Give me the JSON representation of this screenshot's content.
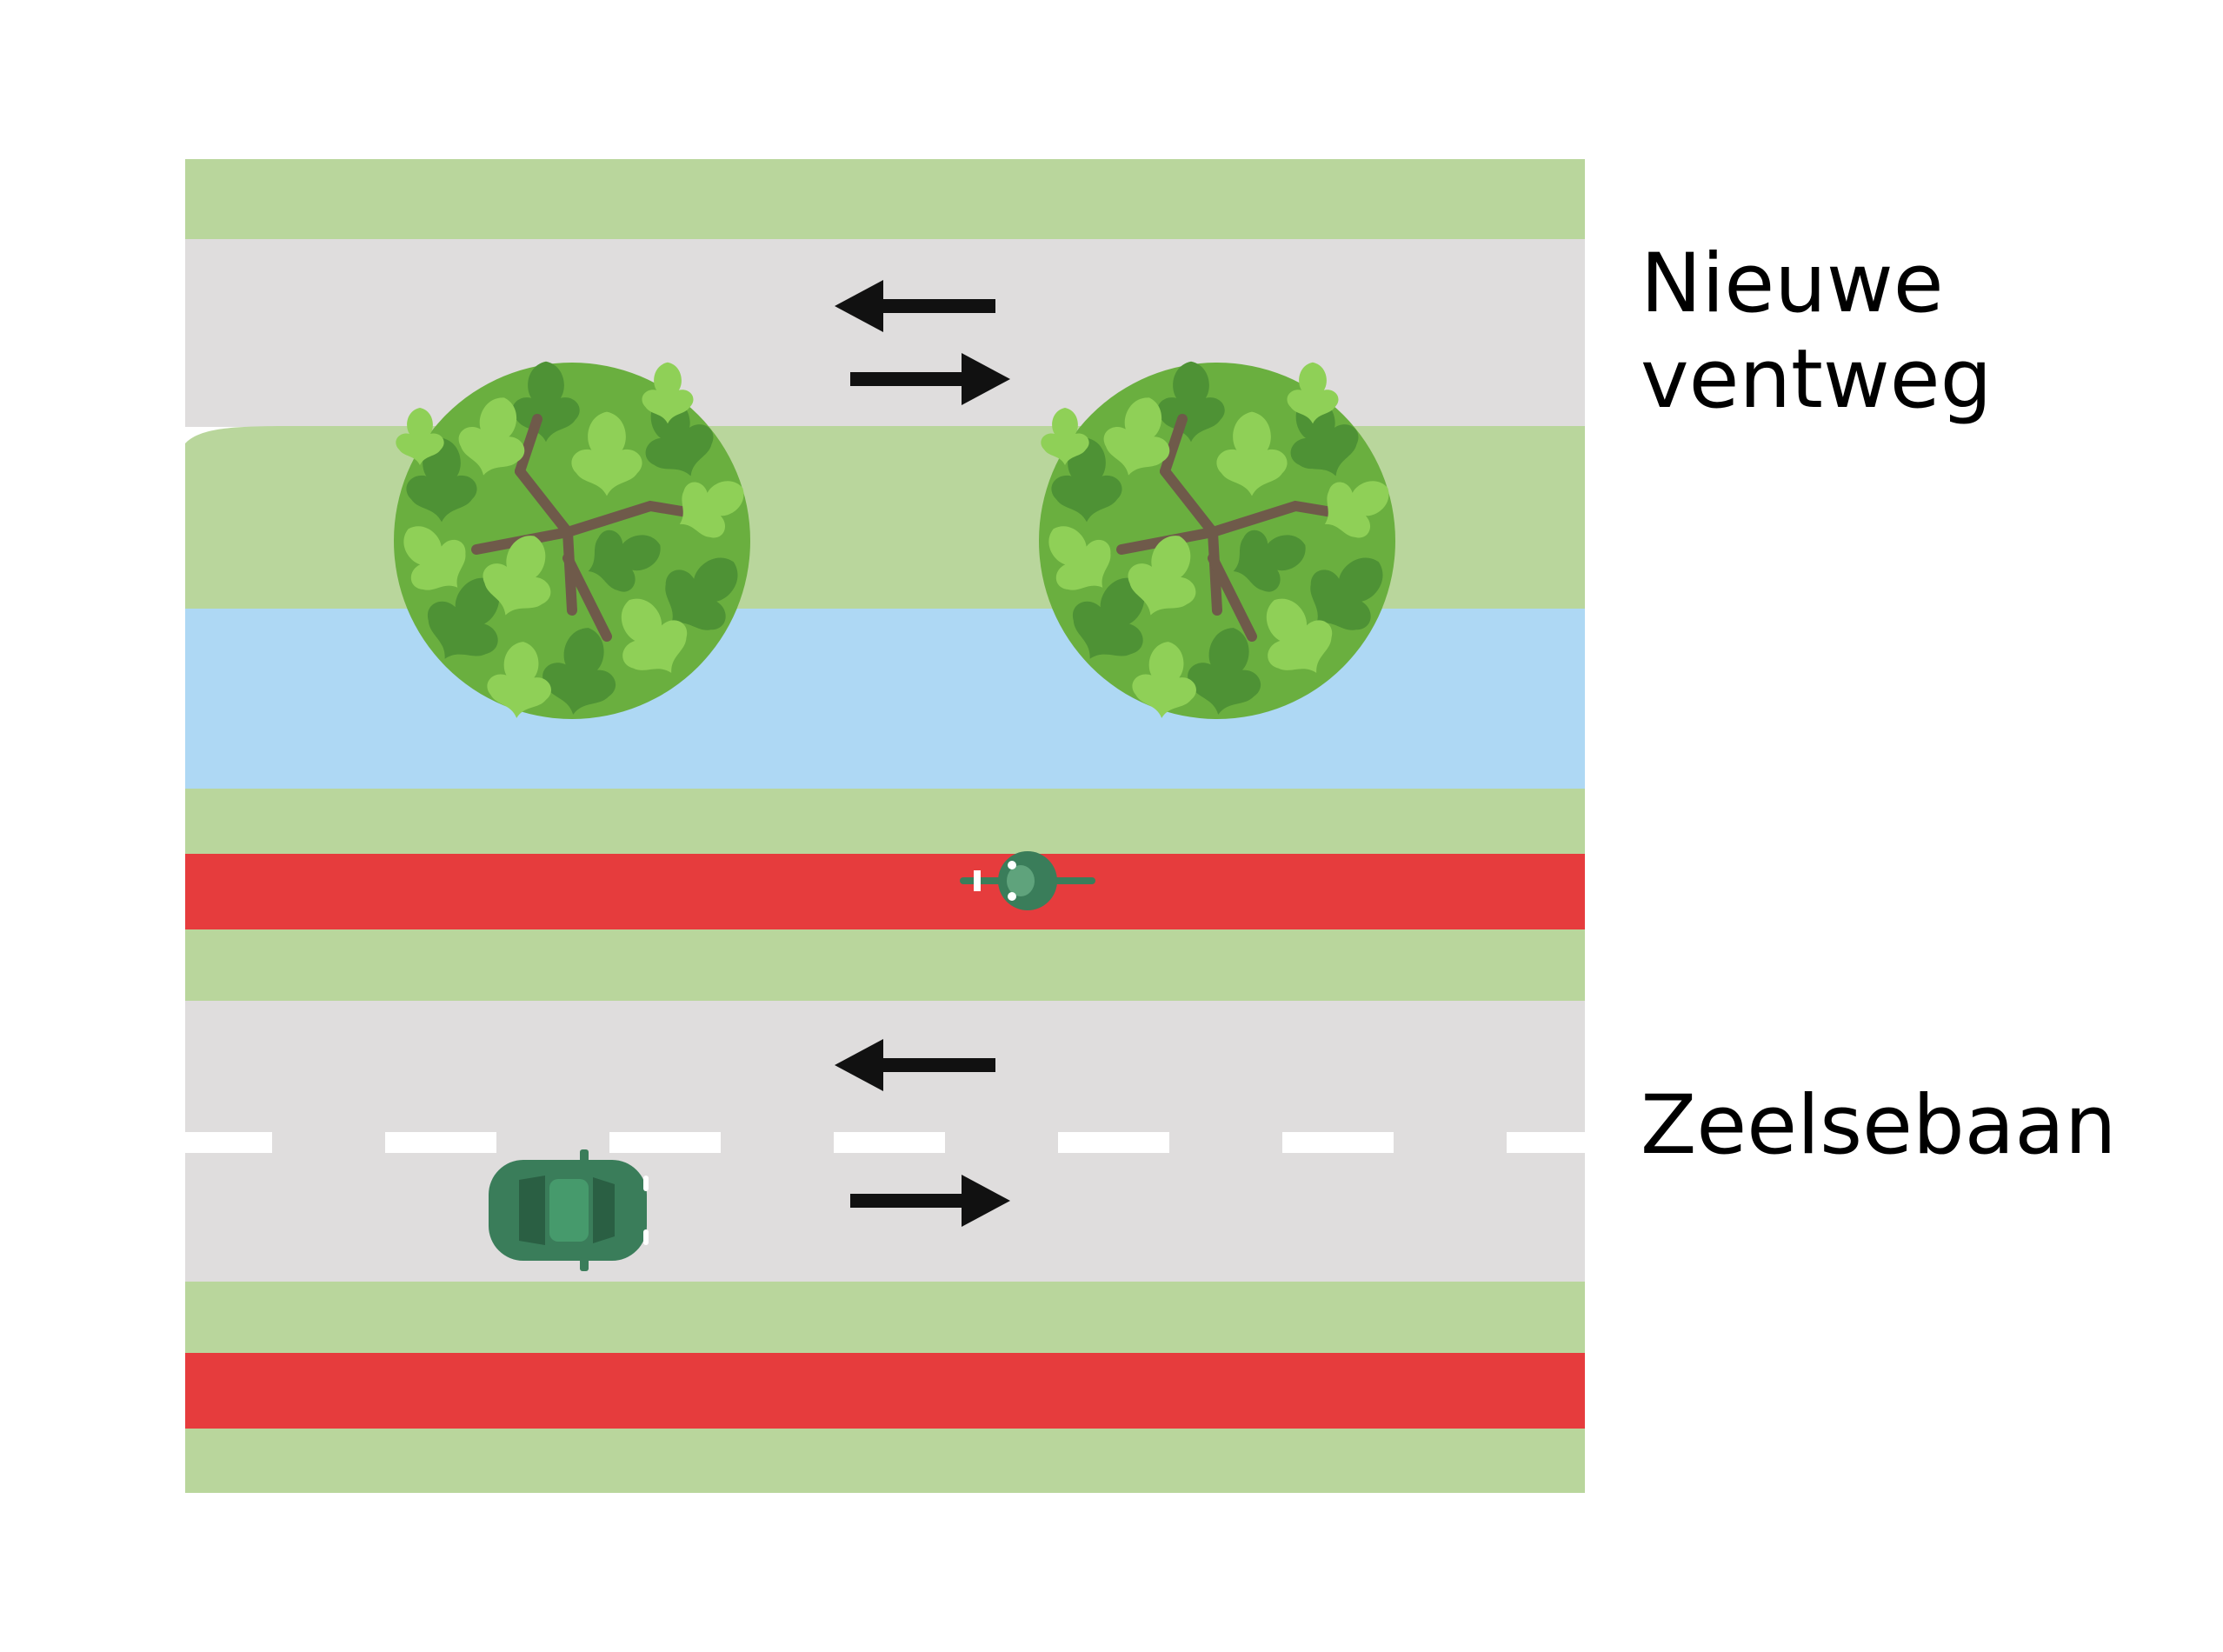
{
  "labels": {
    "ventweg_line1": "Nieuwe",
    "ventweg_line2": "ventweg",
    "main_road": "Zeelsebaan"
  },
  "colors": {
    "grass": "#b9d69c",
    "road": "#dfdddd",
    "water": "#aed8f4",
    "bike_lane": "#e63c3d",
    "lane_marking": "#ffffff",
    "arrow": "#111111",
    "car": "#3a7d5a",
    "tree_light": "#7cc24a",
    "tree_dark": "#4e9235",
    "tree_branch": "#6f5a4a"
  },
  "icons": {
    "trees": "tree-icon",
    "cyclist": "cyclist-icon",
    "car": "car-icon",
    "arrows": "arrow-icon"
  }
}
